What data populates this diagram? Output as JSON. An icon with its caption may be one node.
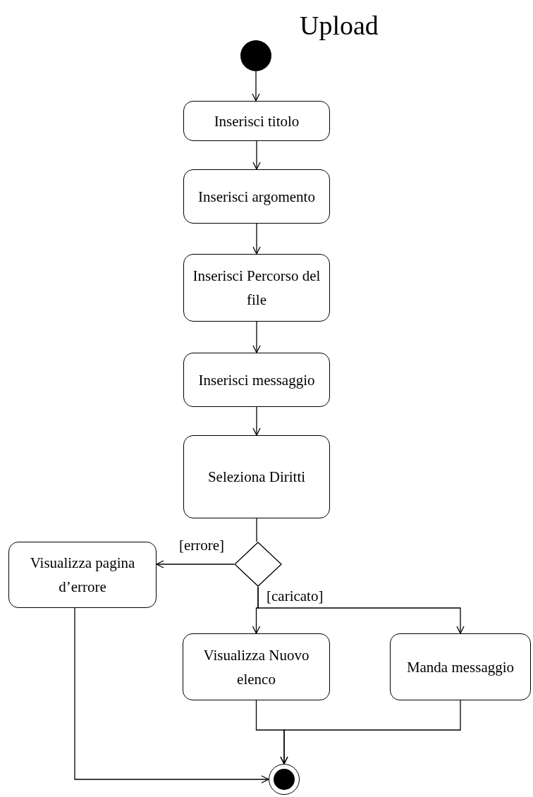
{
  "diagram": {
    "title": "Upload",
    "nodes": [
      {
        "text": [],
        "shape": "circle"
      },
      {
        "text": [
          "Inserisci titolo"
        ]
      },
      {
        "text": [
          "Inserisci argomento"
        ]
      },
      {
        "text": [
          "Inserisci Percorso del file"
        ]
      },
      {
        "text": [
          "Inserisci messaggio"
        ]
      },
      {
        "text": [
          "Seleziona Diritti"
        ]
      },
      {
        "text": [],
        "shape": "diamond"
      },
      {
        "text": [
          "Visualizza pagina d’errore"
        ]
      },
      {
        "text": [
          "Visualizza Nuovo elenco"
        ]
      },
      {
        "text": [
          "Manda messaggio"
        ]
      },
      {
        "text": [],
        "shape": "bullseye"
      }
    ],
    "edges": [
      {
        "from": 0,
        "to": 1,
        "arrow": "to"
      },
      {
        "from": 1,
        "to": 2,
        "arrow": "to"
      },
      {
        "from": 2,
        "to": 3,
        "arrow": "to"
      },
      {
        "from": 3,
        "to": 4,
        "arrow": "to"
      },
      {
        "from": 4,
        "to": 5,
        "arrow": "to"
      },
      {
        "from": 5,
        "to": 6,
        "arrow": "none"
      },
      {
        "from": 6,
        "to": 7,
        "arrow": "to",
        "label": "[errore]"
      },
      {
        "from": 6,
        "to": 8,
        "arrow": "to",
        "label": "[caricato]"
      },
      {
        "from": 6,
        "to": 9,
        "arrow": "to"
      },
      {
        "from": 8,
        "to": 10,
        "arrow": "to"
      },
      {
        "from": 9,
        "to": 10,
        "arrow": "to"
      },
      {
        "from": 7,
        "to": 10,
        "arrow": "to"
      }
    ]
  }
}
